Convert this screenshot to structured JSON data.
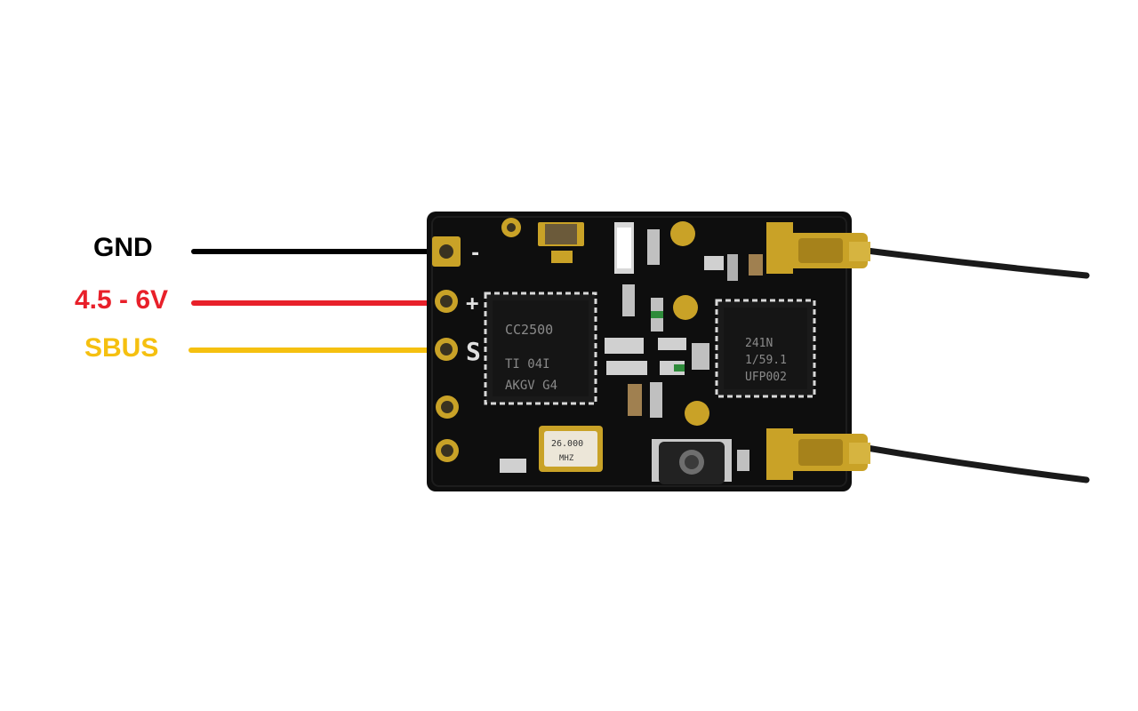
{
  "pins": [
    {
      "label": "GND",
      "color": "#000000"
    },
    {
      "label": "4.5 - 6V",
      "color": "#e8202a"
    },
    {
      "label": "SBUS",
      "color": "#f5c010"
    }
  ],
  "board": {
    "silk_minus": "-",
    "silk_plus": "+",
    "silk_s": "S",
    "chip_left": {
      "line1": "CC2500",
      "line2": "TI  04I",
      "line3": "AKGV G4"
    },
    "chip_right": {
      "line1": "241N",
      "line2": "1/59.1",
      "line3": "UFP002"
    },
    "crystal": {
      "line1": "26.000",
      "line2": "MHZ"
    }
  },
  "colors": {
    "pcb": "#0e0e0e",
    "gold": "#c9a227",
    "antenna_wire": "#1a1a1a"
  }
}
